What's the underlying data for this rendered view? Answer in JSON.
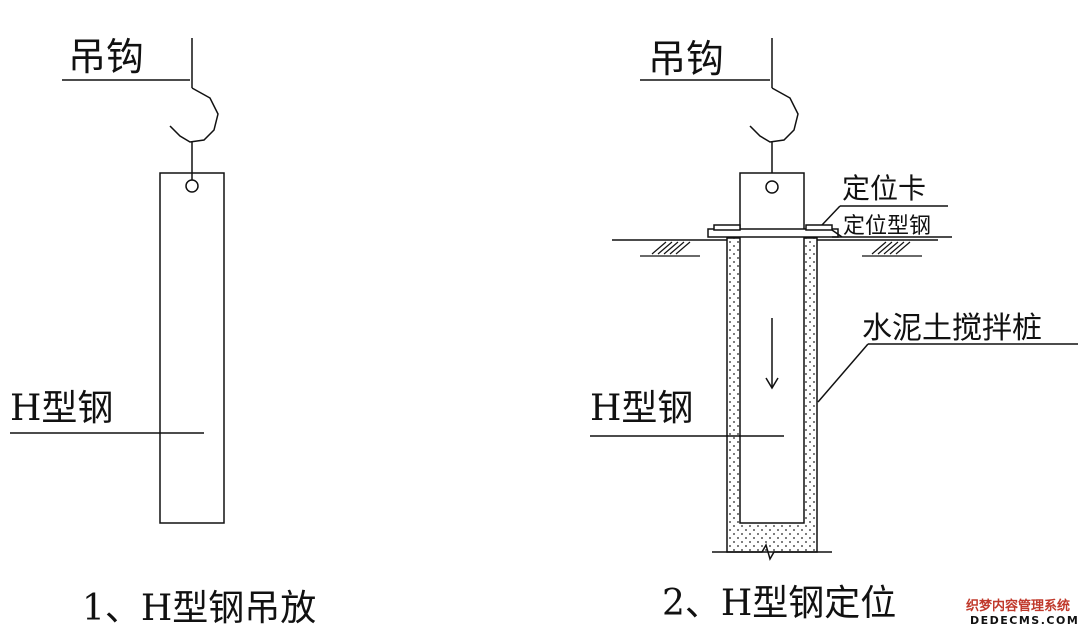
{
  "left_figure": {
    "hook_label": "吊钩",
    "beam_label": "H型钢",
    "caption": "1、H型钢吊放"
  },
  "right_figure": {
    "hook_label": "吊钩",
    "positioning_clamp_label": "定位卡",
    "positioning_steel_label": "定位型钢",
    "pile_label": "水泥土搅拌桩",
    "beam_label": "H型钢",
    "caption": "2、H型钢定位"
  },
  "watermark": {
    "line1": "织梦内容管理系统",
    "line2": "DEDECMS.COM",
    "color": "#c0392b"
  }
}
